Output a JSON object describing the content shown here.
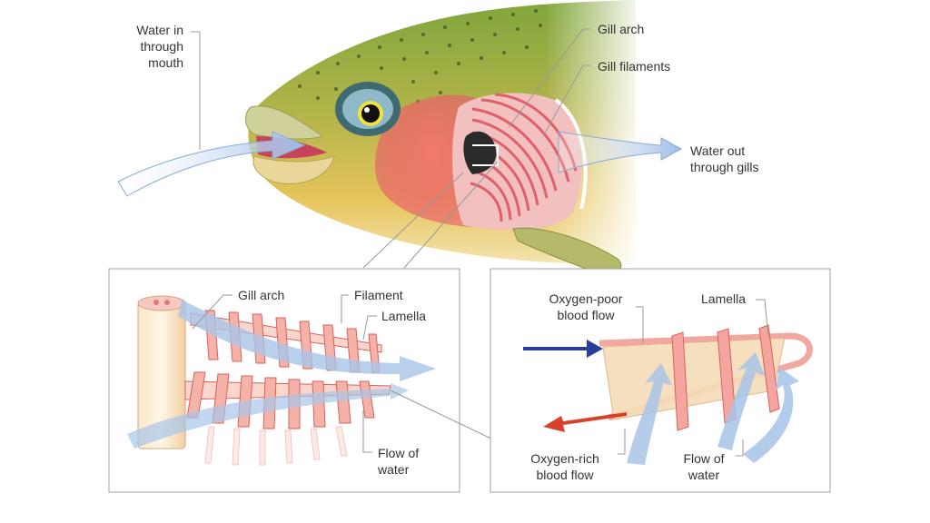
{
  "labels": {
    "water_in": "Water in\nthrough\nmouth",
    "gill_arch_top": "Gill arch",
    "gill_filaments": "Gill filaments",
    "water_out": "Water out\nthrough gills",
    "gill_arch_inset": "Gill arch",
    "filament": "Filament",
    "lamella_left": "Lamella",
    "flow_of_water_left": "Flow of\nwater",
    "oxygen_poor": "Oxygen-poor\nblood flow",
    "lamella_right": "Lamella",
    "oxygen_rich": "Oxygen-rich\nblood flow",
    "flow_of_water_right": "Flow of\nwater"
  },
  "colors": {
    "fish_green": "#8fb04a",
    "fish_yellow": "#e0b64a",
    "gill_red": "#e8586a",
    "gill_pink": "#f0a0a0",
    "water_flow": "#a8c4e8",
    "oxygen_poor_arrow": "#2a3f9a",
    "oxygen_rich_arrow": "#d9402a",
    "frame": "#999999"
  }
}
